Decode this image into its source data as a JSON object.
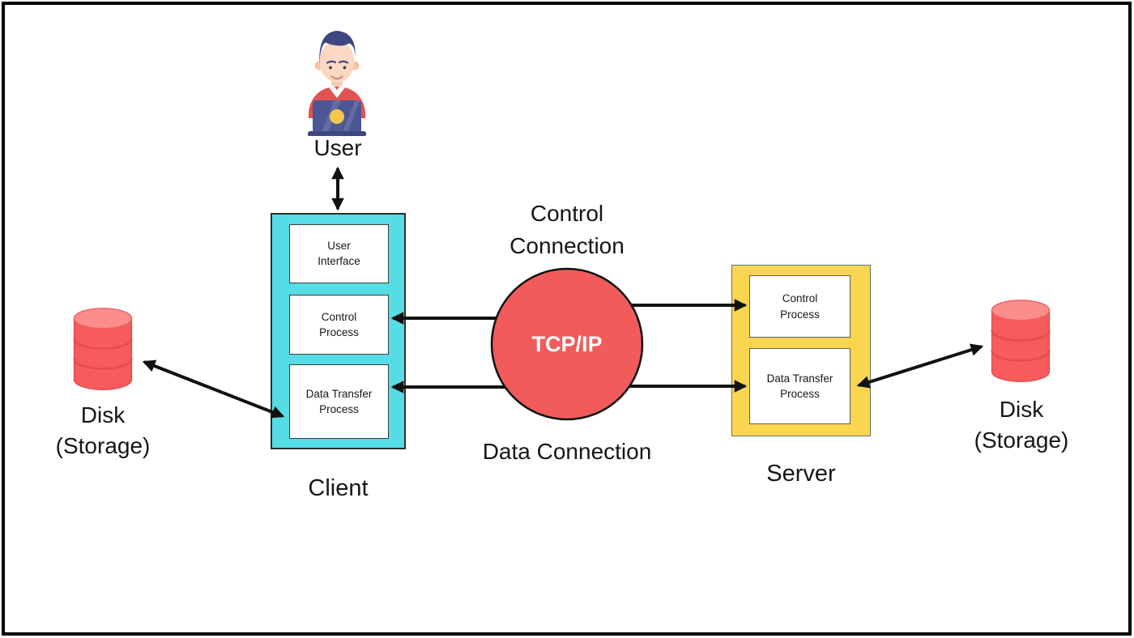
{
  "user": {
    "label": "User"
  },
  "client": {
    "label": "Client",
    "boxes": [
      {
        "label": "User Interface"
      },
      {
        "label": "Control Process"
      },
      {
        "label": "Data Transfer Process"
      }
    ]
  },
  "server": {
    "label": "Server",
    "boxes": [
      {
        "label": "Control Process"
      },
      {
        "label": "Data Transfer Process"
      }
    ]
  },
  "tcp": {
    "label": "TCP/IP"
  },
  "connections": {
    "control": "Control Connection",
    "data": "Data Connection"
  },
  "disks": {
    "left": {
      "label": "Disk",
      "sublabel": "(Storage)"
    },
    "right": {
      "label": "Disk",
      "sublabel": "(Storage)"
    }
  },
  "colors": {
    "client_fill": "#55DCE4",
    "server_fill": "#FAD54F",
    "tcp_fill": "#F15B5B",
    "disk_fill": "#F75B5B",
    "disk_top": "#FB8E8B",
    "arrow": "#111111"
  }
}
